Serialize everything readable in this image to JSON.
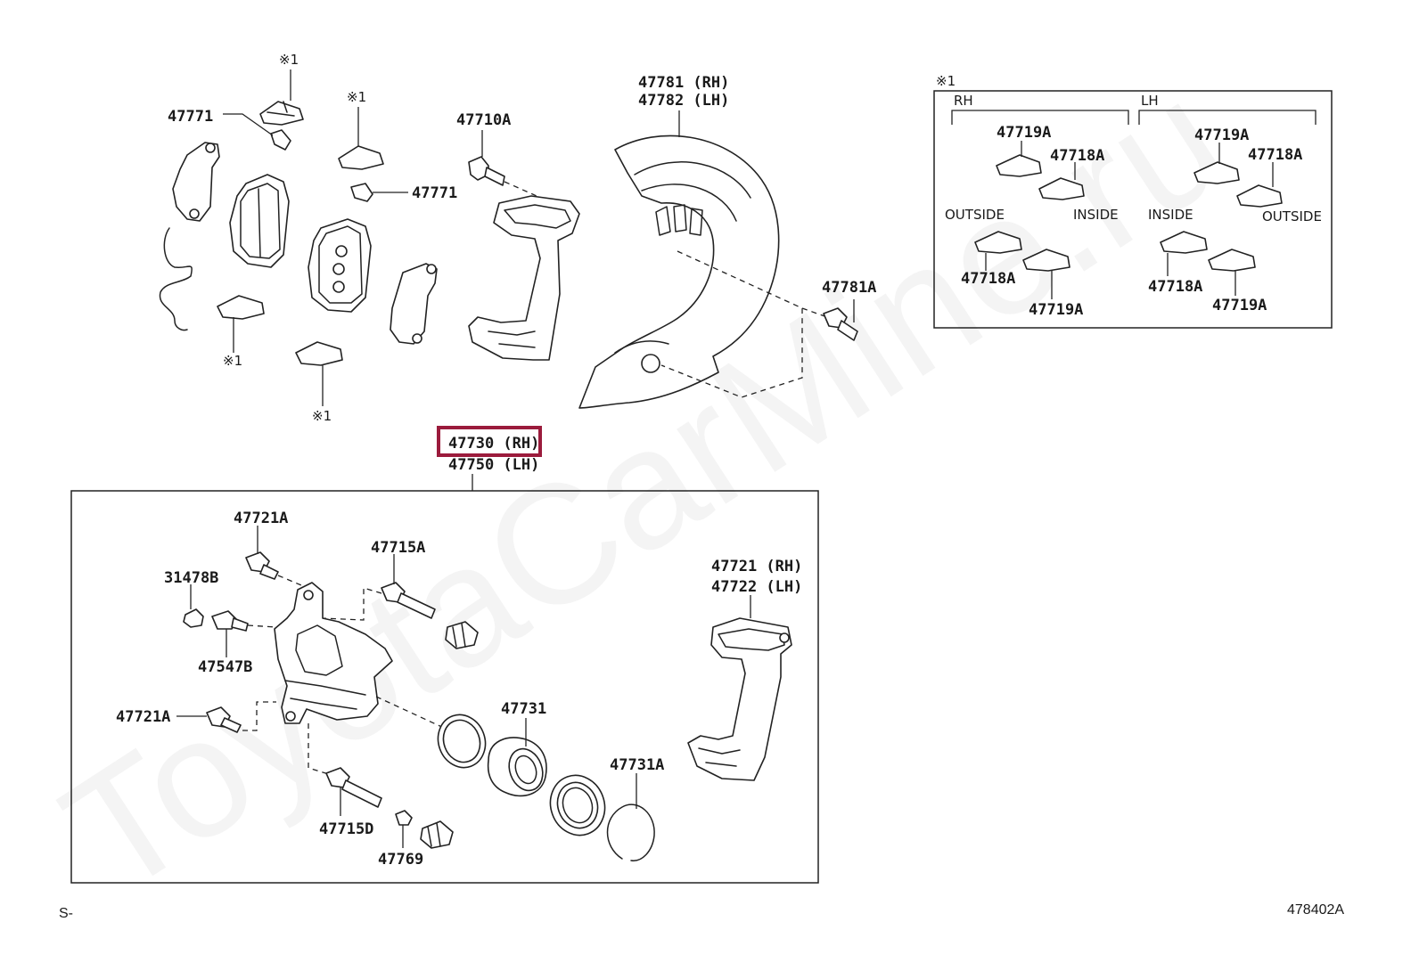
{
  "watermark": "ToyotaCarMine.ru",
  "footer": {
    "left_mark": "S-",
    "diagram_code": "478402A"
  },
  "highlight_color": "#9b1b3c",
  "upper_labels": {
    "ref_pad_upper_left": "※1",
    "clip_upper": "47771",
    "ref_mid_top": "※1",
    "clip_mid": "47771",
    "ref_lower_left": "※1",
    "ref_lower_mid": "※1",
    "bolt_top": "47710A",
    "shield_rh": "47781 (RH)",
    "shield_lh": "47782 (LH)",
    "shield_bolt": "47781A",
    "assembly_rh": "47730 (RH)",
    "assembly_lh": "47750 (LH)"
  },
  "inset": {
    "ref": "※1",
    "rh": "RH",
    "lh": "LH",
    "rh_top_a": "47719A",
    "rh_top_b": "47718A",
    "lh_top_a": "47719A",
    "lh_top_b": "47718A",
    "outside_left": "OUTSIDE",
    "inside_left": "INSIDE",
    "inside_right": "INSIDE",
    "outside_right": "OUTSIDE",
    "rh_bot_a": "47718A",
    "rh_bot_b": "47719A",
    "lh_bot_a": "47718A",
    "lh_bot_b": "47719A"
  },
  "lower_labels": {
    "bleeder_top": "47721A",
    "cap": "31478B",
    "bleeder_plug": "47547B",
    "bleeder_left": "47721A",
    "pin_top": "47715A",
    "pin_bottom": "47715D",
    "boot_small": "47769",
    "mount_rh": "47721 (RH)",
    "mount_lh": "47722 (LH)",
    "seal": "47731",
    "ring": "47731A"
  }
}
